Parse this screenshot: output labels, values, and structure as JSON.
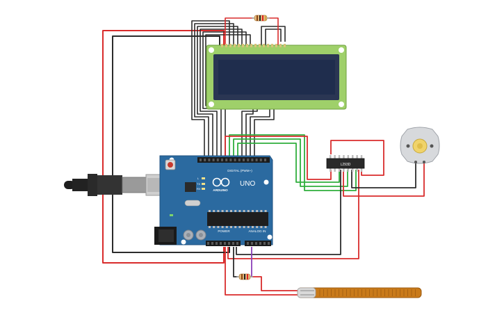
{
  "board": {
    "logo": "ARDUINO",
    "model": "UNO",
    "digital_label": "DIGITAL (PWM~)",
    "power_label": "POWER",
    "analog_label": "ANALOG IN",
    "tx_label": "TX",
    "rx_label": "RX",
    "l_label": "L",
    "on_label": "ON"
  },
  "driver": {
    "label": "L293D"
  },
  "lcd": {
    "pin_count": 16
  },
  "colors": {
    "wire_red": "#d92b2b",
    "wire_black": "#2b2b2b",
    "wire_green": "#2fae3c",
    "wire_purple": "#8a3fb8",
    "board_blue": "#2b6aa0",
    "lcd_green": "#9fd06a",
    "lcd_screen": "#1f2d4d",
    "flex_sensor": "#c97a1a"
  },
  "icons": [
    "usb-cable-icon",
    "resistor-icon",
    "dc-motor-icon",
    "flex-sensor-icon",
    "lcd-display-icon",
    "ic-chip-icon"
  ]
}
